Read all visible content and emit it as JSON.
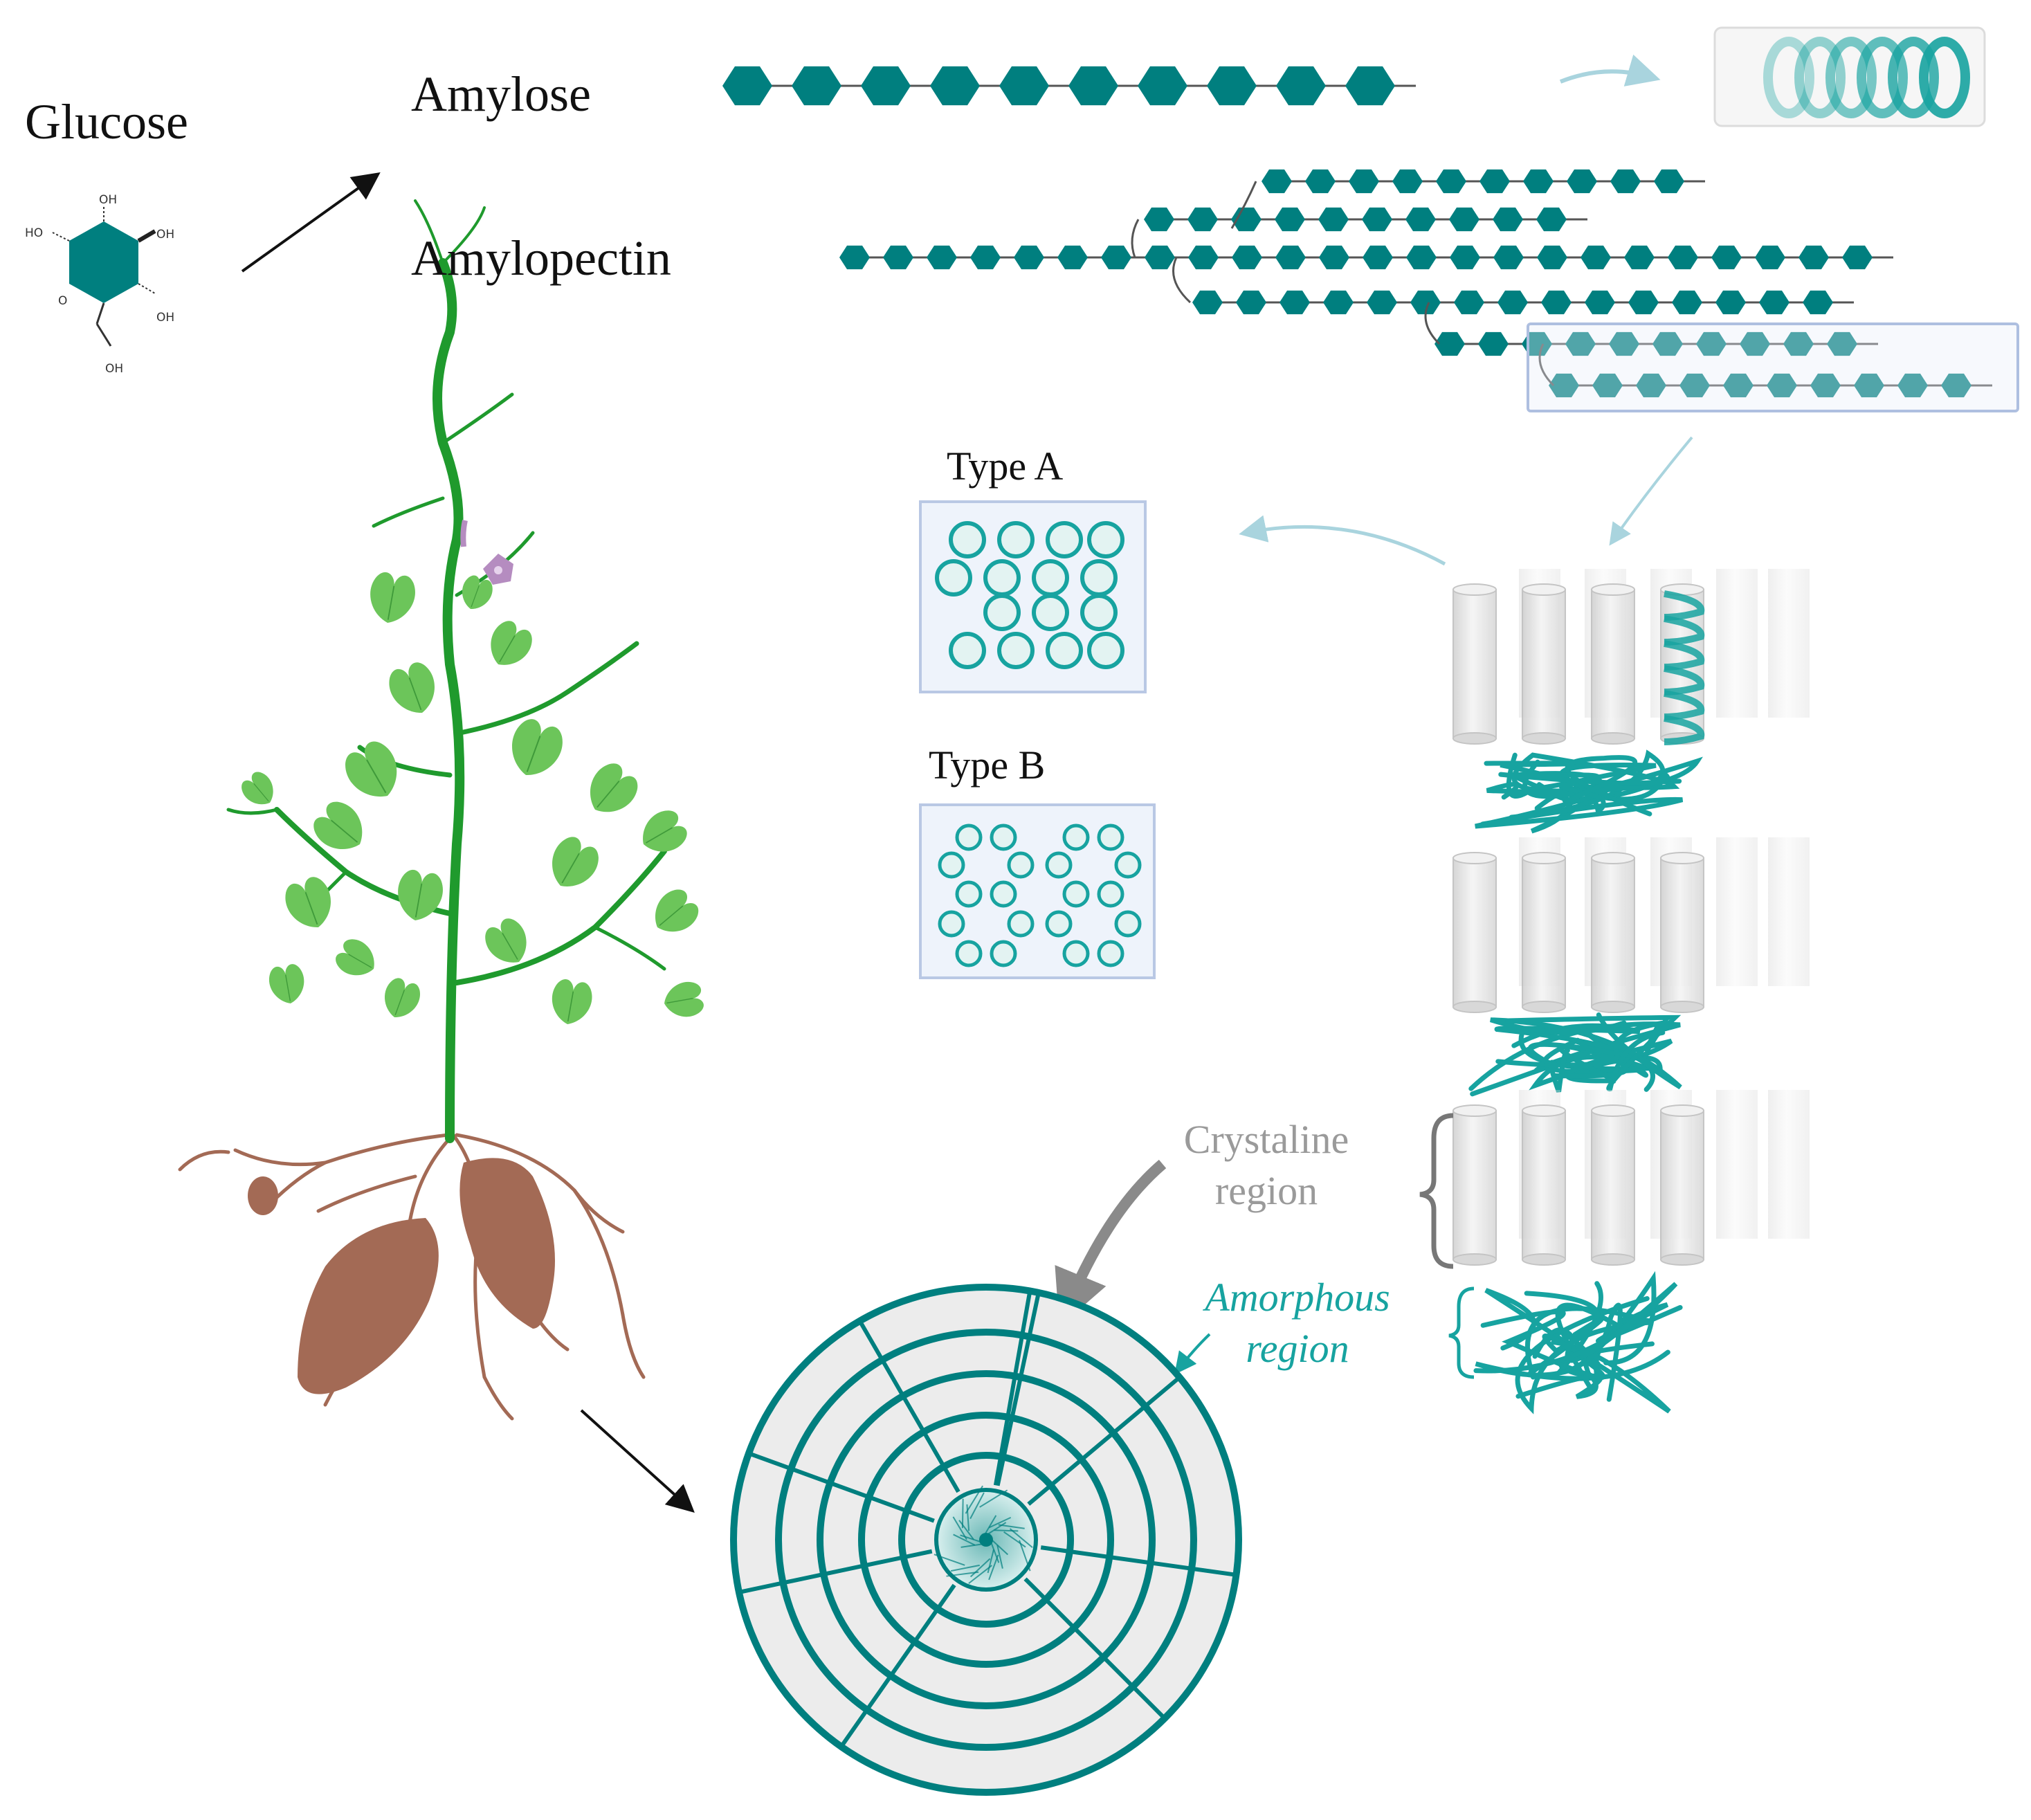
{
  "labels": {
    "glucose": "Glucose",
    "amylose": "Amylose",
    "amylopectin": "Amylopectin",
    "type_a": "Type A",
    "type_b": "Type B",
    "crystaline_line1": "Crystaline",
    "crystaline_line2": "region",
    "amorphous_line1": "Amorphous",
    "amorphous_line2": "region"
  },
  "glucose_structure": {
    "groups": [
      "OH",
      "HO",
      "OH",
      "OH",
      "O",
      "OH"
    ]
  },
  "colors": {
    "teal": "#007f7f",
    "bright_teal": "#17a3a0",
    "light_blue_arrow": "#a9d4de",
    "panel_fill": "#eef3fb",
    "panel_border": "#b9c8e4",
    "leaf_green": "#6cc55a",
    "stem_green": "#1f9a2d",
    "tuber_brown": "#a36a55",
    "flower_purple": "#b58cc0",
    "granule_fill": "#ececec"
  }
}
